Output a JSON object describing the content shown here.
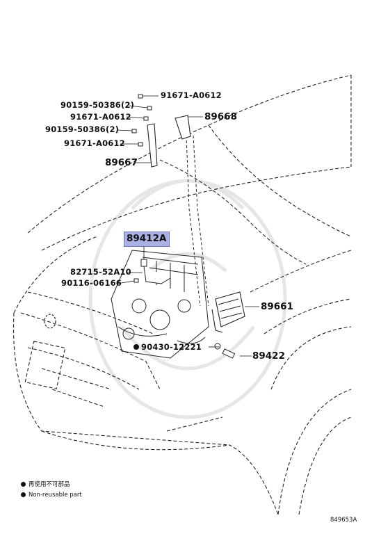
{
  "parts": {
    "p_91671_top": "91671-A0612",
    "p_90159_a": "90159-50386(2)",
    "p_91671_mid": "91671-A0612",
    "p_89668": "89668",
    "p_90159_b": "90159-50386(2)",
    "p_91671_low": "91671-A0612",
    "p_89667": "89667",
    "p_89412A": "89412A",
    "p_82715": "82715-52A10",
    "p_90116": "90116-06166",
    "p_89661": "89661",
    "p_90430": "90430-12221",
    "p_89422": "89422"
  },
  "highlighted_part": "89412A",
  "legend": {
    "jp": "再使用不可部品",
    "en": "Non-reusable part"
  },
  "figure_id": "849653A",
  "colors": {
    "highlight": "#aab2e4",
    "line": "#111111"
  }
}
